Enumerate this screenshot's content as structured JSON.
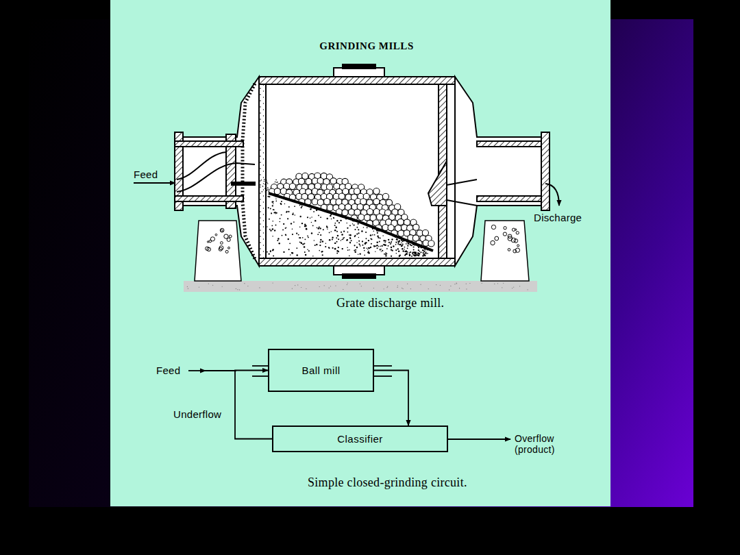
{
  "diagram": {
    "title": "GRINDING MILLS",
    "nodes": [
      {
        "text": [
          "Ball mill"
        ]
      },
      {
        "text": [
          "Classifier"
        ]
      }
    ],
    "edges": [
      {
        "from": 0,
        "to": 1,
        "arrow": "to"
      },
      {
        "from": 1,
        "to": 0,
        "label": "Underflow",
        "arrow": "to"
      }
    ],
    "labels": [
      "Feed",
      "Discharge",
      "Grate discharge mill.",
      "Feed",
      "Overflow (product)",
      "Simple closed-grinding circuit."
    ]
  }
}
